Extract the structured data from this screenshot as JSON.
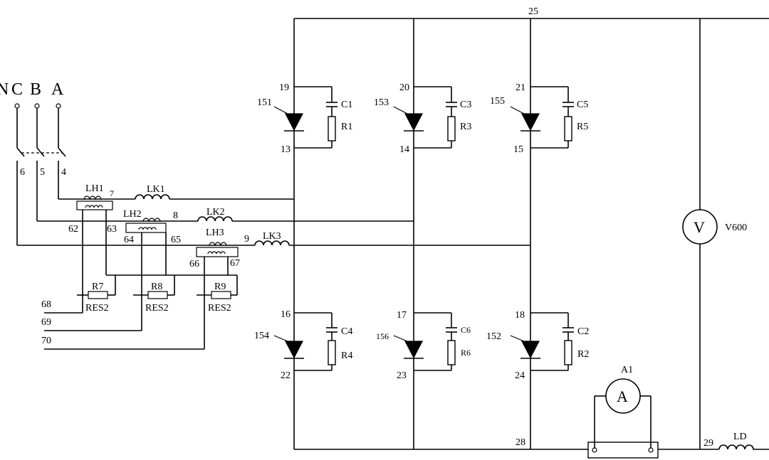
{
  "terminals": {
    "n": "N",
    "c": "C",
    "b": "B",
    "a": "A"
  },
  "switch_nodes": {
    "s6": "6",
    "s5": "5",
    "s4": "4"
  },
  "current_transformers": {
    "lh1": "LH1",
    "lh2": "LH2",
    "lh3": "LH3"
  },
  "inductors": {
    "lk1": "LK1",
    "lk2": "LK2",
    "lk3": "LK3",
    "ld": "LD"
  },
  "nodes": {
    "n7": "7",
    "n8": "8",
    "n9": "9",
    "n62": "62",
    "n63": "63",
    "n64": "64",
    "n65": "65",
    "n66": "66",
    "n67": "67",
    "n68": "68",
    "n69": "69",
    "n70": "70",
    "n25": "25",
    "n19": "19",
    "n20": "20",
    "n21": "21",
    "n13": "13",
    "n14": "14",
    "n15": "15",
    "n16": "16",
    "n17": "17",
    "n18": "18",
    "n22": "22",
    "n23": "23",
    "n24": "24",
    "n28": "28",
    "n29": "29"
  },
  "thyristors": {
    "t151": "151",
    "t153": "153",
    "t155": "155",
    "t154": "154",
    "t156": "156",
    "t152": "152"
  },
  "resistors": {
    "r7": "R7",
    "r8": "R8",
    "r9": "R9",
    "res2": "RES2",
    "r1": "R1",
    "r3": "R3",
    "r5": "R5",
    "r4": "R4",
    "r6": "R6",
    "r2": "R2"
  },
  "capacitors": {
    "c1": "C1",
    "c3": "C3",
    "c5": "C5",
    "c4": "C4",
    "c6": "C6",
    "c2": "C2"
  },
  "meters": {
    "voltmeter_symbol": "V",
    "voltmeter_label": "V600",
    "ammeter_symbol": "A",
    "ammeter_label": "A1"
  }
}
